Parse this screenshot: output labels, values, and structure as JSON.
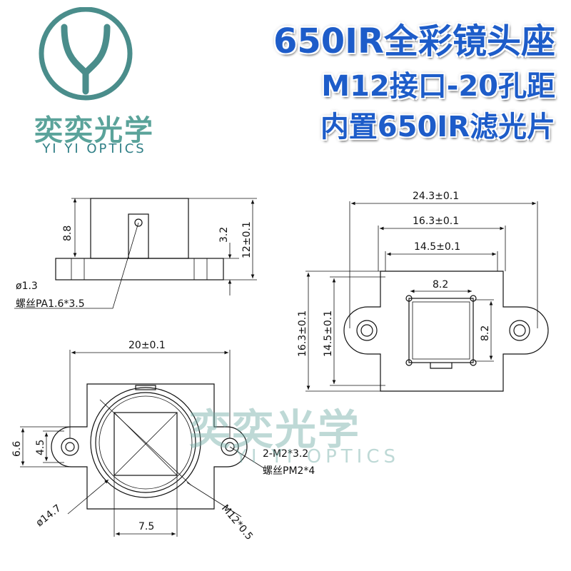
{
  "brand": {
    "logo_letter": "Y",
    "name_cn": "奕奕光学",
    "name_en": "YI YI OPTICS",
    "color": "#5aa39a"
  },
  "title": {
    "line1": "650IR全彩镜头座",
    "line2": "M12接口-20孔距",
    "line3": "内置650IR滤光片",
    "color": "#1d5cc9"
  },
  "side_view": {
    "dim_height_top": "8.8",
    "dim_base": "3.2",
    "dim_total": "12±0.1",
    "callout_hole": "ø1.3",
    "callout_screw": "螺丝PA1.6*3.5"
  },
  "back_view": {
    "dim_width_total": "24.3±0.1",
    "dim_width_mid": "16.3±0.1",
    "dim_width_inner": "14.5±0.1",
    "dim_sensor_w": "8.2",
    "dim_sensor_h": "8.2",
    "dim_height_outer": "16.3±0.1",
    "dim_height_inner": "14.5±0.1"
  },
  "front_view": {
    "dim_hole_spacing": "20±0.1",
    "dim_flange_h": "6.6",
    "dim_hole_h": "4.5",
    "callout_screw_holes": "2-M2*3.2",
    "callout_screw": "螺丝PM2*4",
    "dim_diameter": "ø14.7",
    "dim_thread": "M12*0.5",
    "dim_square": "7.5"
  },
  "watermark": {
    "cn": "奕奕光学",
    "en": "YI YI OPTICS"
  }
}
